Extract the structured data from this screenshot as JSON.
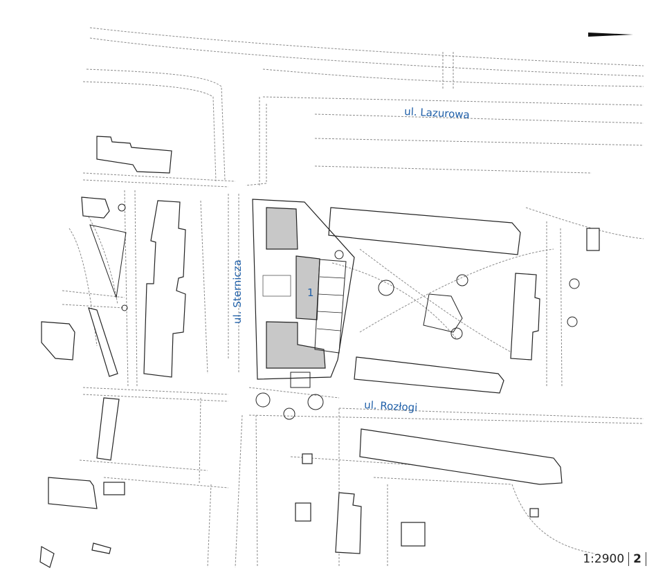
{
  "streets": {
    "lazurowa": "ul. Lazurowa",
    "sternicza": "ul. Sternicza",
    "rozlogi": "ul. Rozłogi"
  },
  "plot": {
    "number": "1"
  },
  "scale": {
    "ratio": "1:2900",
    "page_number": "2"
  },
  "colors": {
    "line": "#222222",
    "dashed": "#8a8a8a",
    "highlight_fill": "#c8c8c8",
    "label": "#1f5fa8"
  },
  "icons": {
    "north_arrow": "north-arrow-icon"
  }
}
